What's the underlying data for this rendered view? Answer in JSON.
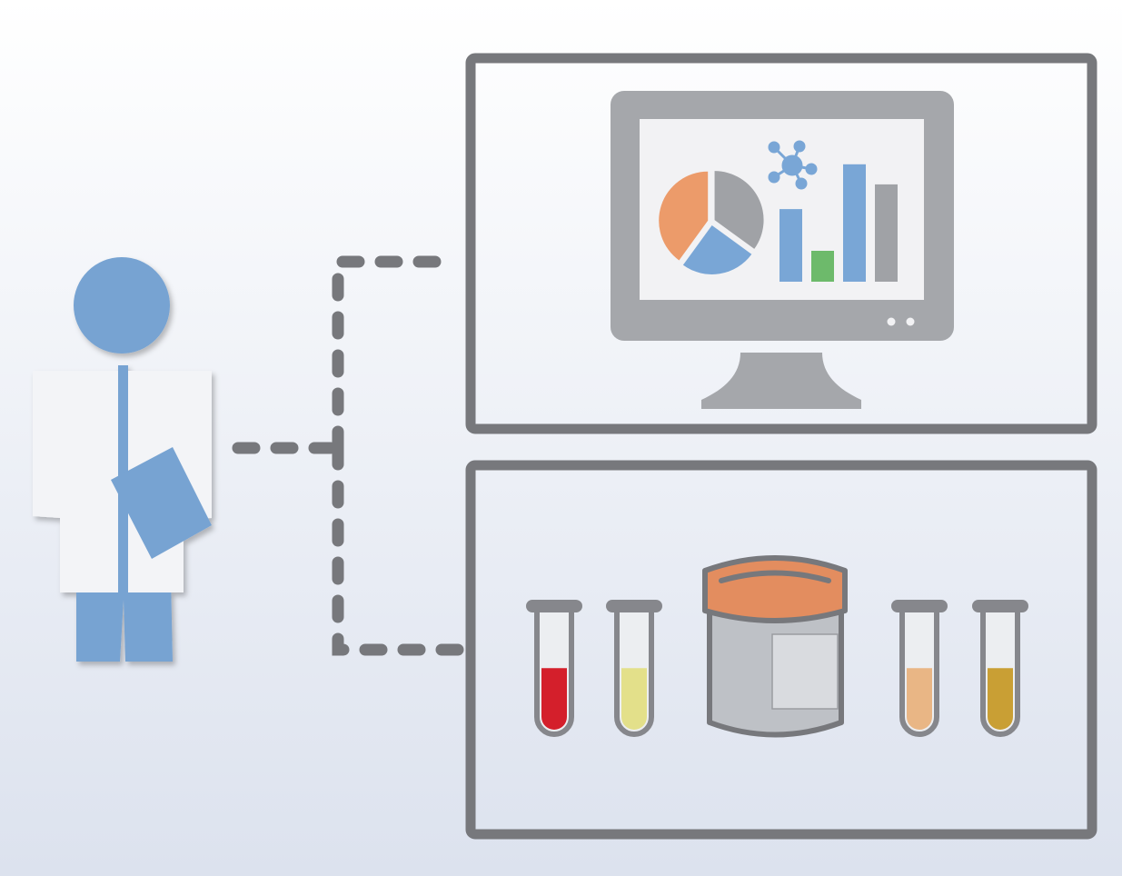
{
  "colors": {
    "background_top": "#ffffff",
    "background_bottom": "#dce2ee",
    "panel_stroke": "#77787c",
    "connector": "#77787c",
    "monitor_gray": "#a5a7ab",
    "monitor_screen": "#f2f2f4",
    "person_blue": "#77a3d2",
    "lab_coat": "#f3f4f7",
    "chart_blue": "#79a6d6",
    "chart_orange": "#ec9b6a",
    "chart_gray": "#a0a2a6",
    "chart_green": "#6dba6b",
    "tube_cap": "#86878c",
    "blood_red": "#d41f2b",
    "urine_pale": "#e3e08a",
    "fluid_peach": "#e9b685",
    "fluid_amber": "#c99f34",
    "jar_lid": "#e38d5f",
    "jar_body": "#bec1c6",
    "jar_label": "#d9dbdf"
  },
  "icons": {
    "person": "doctor-with-clipboard-icon",
    "monitor": "computer-monitor-icon",
    "pie": "pie-chart-icon",
    "bars": "bar-chart-icon",
    "network": "network-node-icon",
    "tube": "test-tube-icon",
    "jar": "specimen-jar-icon"
  },
  "chart_data": {
    "type": "bar",
    "pie_slices": [
      0.4,
      0.35,
      0.25
    ],
    "values": [
      0.47,
      0.2,
      0.76,
      0.63
    ],
    "series_colors": [
      "#79a6d6",
      "#6dba6b",
      "#79a6d6",
      "#a0a2a6"
    ]
  },
  "tubes": [
    {
      "fluid": "#d41f2b",
      "level": 0.52
    },
    {
      "fluid": "#e3e08a",
      "level": 0.52
    },
    {
      "fluid": "#e9b685",
      "level": 0.52
    },
    {
      "fluid": "#c99f34",
      "level": 0.52
    }
  ]
}
